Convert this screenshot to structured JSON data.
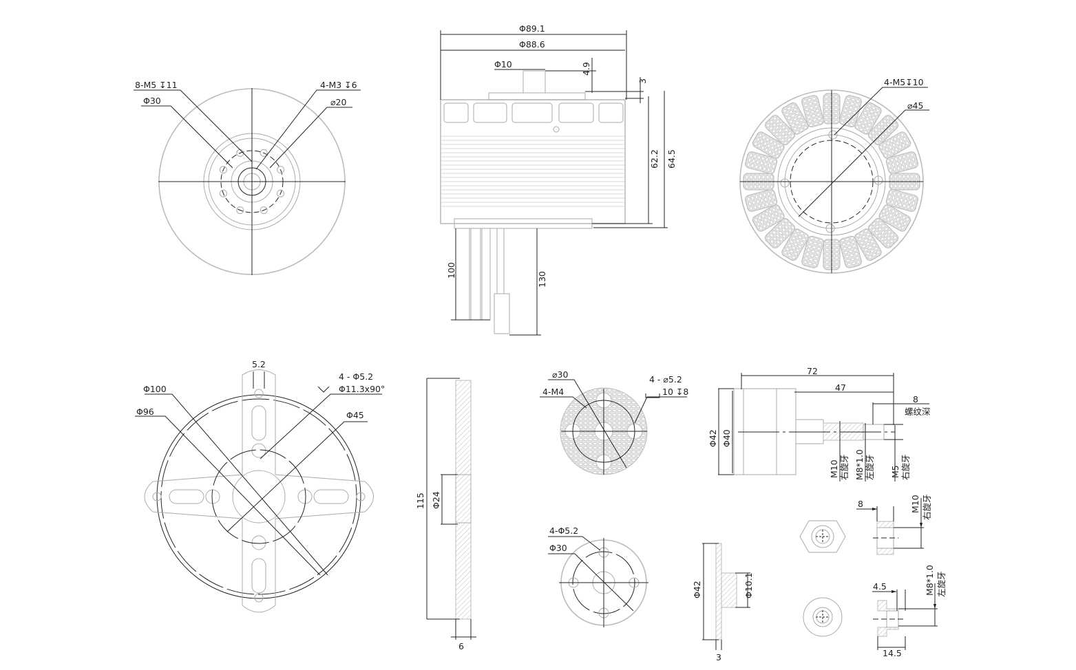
{
  "motor_top_view": {
    "mount_holes": "8-M5 ↧11",
    "pcd_outer": "Φ30",
    "center_holes": "4-M3 ↧6",
    "pcd_inner": "⌀20"
  },
  "motor_side_view": {
    "outer_diameter": "Φ89.1",
    "body_diameter": "Φ88.6",
    "shaft_diameter": "Φ10",
    "shaft_height": "4.9",
    "cap_height": "3",
    "body_height": "62.2",
    "total_height": "64.5",
    "cable_length_short": "100",
    "cable_length_long": "130"
  },
  "motor_bottom_view": {
    "mount_holes": "4-M5↧10",
    "pcd": "⌀45"
  },
  "mount_top_view": {
    "slot_width": "5.2",
    "outer_diameter": "Φ100",
    "ring_diameter": "Φ96",
    "holes_line1": "4 - Φ5.2",
    "holes_line2": "Φ11.3x90°",
    "pcd": "Φ45"
  },
  "mount_side_view": {
    "height": "115",
    "bore": "Φ24",
    "thickness": "6"
  },
  "prop_adapter_top": {
    "pcd": "⌀30",
    "threads": "4-M4",
    "holes_line1": "4 - ⌀5.2",
    "holes_line2": "10 ↧8"
  },
  "prop_adapter_bottom": {
    "holes": "4-Φ5.2",
    "pcd": "Φ30"
  },
  "prop_adapter_side": {
    "diameter": "Φ42",
    "boss": "Φ10.1",
    "thickness": "3"
  },
  "shaft_assembly": {
    "total_length": "72",
    "shaft_length": "47",
    "thread_depth": "8",
    "thread_depth_label": "螺纹深",
    "diameter_outer": "Φ42",
    "diameter_inner": "Φ40",
    "thread1": "M10",
    "thread1_dir": "右旋牙",
    "thread2": "M8*1.0",
    "thread2_dir": "左旋牙",
    "thread3": "M5",
    "thread3_dir": "右旋牙"
  },
  "nut_m10": {
    "width": "8",
    "thread": "M10",
    "thread_dir": "右旋牙"
  },
  "nut_m8": {
    "shoulder": "4.5",
    "length": "14.5",
    "thread": "M8*1.0",
    "thread_dir": "左旋牙"
  }
}
